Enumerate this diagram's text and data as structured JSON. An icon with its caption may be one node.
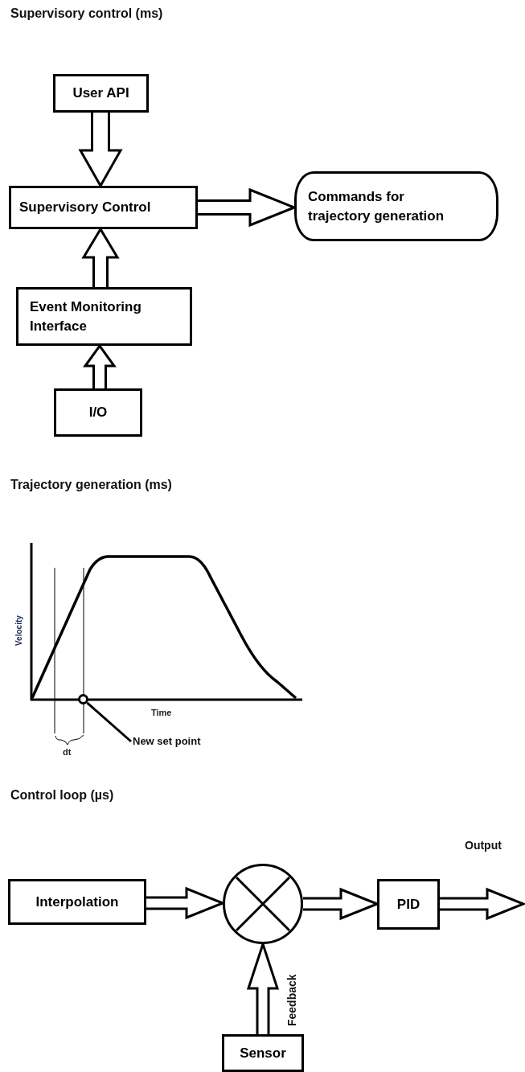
{
  "diagram": {
    "nodes": [
      {
        "text": [
          "User API"
        ]
      },
      {
        "text": [
          "Supervisory Control"
        ]
      },
      {
        "text": [
          "Commands for trajectory generation"
        ]
      },
      {
        "text": [
          "Event Monitoring Interface"
        ]
      },
      {
        "text": [
          "I/O"
        ]
      },
      {
        "text": [
          "New set point"
        ]
      },
      {
        "text": [],
        "shape": "circle"
      },
      {
        "text": [
          "Interpolation"
        ]
      },
      {
        "text": [],
        "shape": "circle"
      },
      {
        "text": [
          "PID"
        ]
      },
      {
        "text": [
          "Sensor"
        ]
      }
    ],
    "edges": [
      {
        "from": 0,
        "to": 1,
        "arrow": "to"
      },
      {
        "from": 3,
        "to": 1,
        "arrow": "to"
      },
      {
        "from": 4,
        "to": 3,
        "arrow": "to"
      },
      {
        "from": 1,
        "to": 2,
        "arrow": "to"
      },
      {
        "from": 5,
        "to": 6,
        "arrow": "none"
      },
      {
        "from": 7,
        "to": 8,
        "arrow": "to"
      },
      {
        "from": 8,
        "to": 9,
        "arrow": "to"
      },
      {
        "from": 10,
        "to": 8,
        "arrow": "to",
        "label": "Feedback"
      },
      {
        "from": 9,
        "to": null,
        "arrow": "to",
        "label": "Output"
      }
    ],
    "labels": [
      "Supervisory control (ms)",
      "Trajectory generation (ms)",
      "Velocity",
      "Time",
      "dt",
      "Control loop (µs)"
    ]
  }
}
